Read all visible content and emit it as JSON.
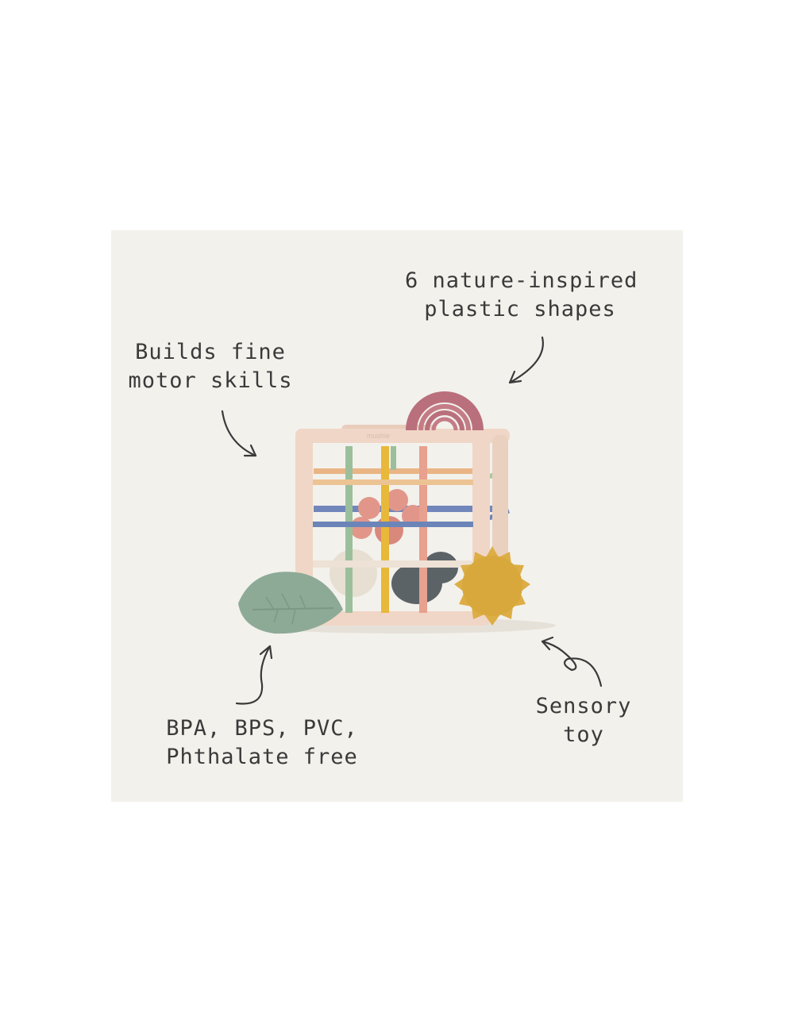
{
  "callouts": {
    "top_right": {
      "line1": "6 nature-inspired",
      "line2": "plastic shapes"
    },
    "top_left": {
      "line1": "Builds fine",
      "line2": "motor skills"
    },
    "bottom_left": {
      "line1": "BPA, BPS, PVC,",
      "line2": "Phthalate free"
    },
    "bottom_right": {
      "line1": "Sensory",
      "line2": "toy"
    }
  },
  "product": {
    "brand_mark": "mushie",
    "colors": {
      "frame": "#f0d6c6",
      "rainbow": "#b9707c",
      "leaf": "#8daa96",
      "sun": "#dcae45",
      "flower": "#e2968a",
      "cloud": "#5c6367",
      "band_yellow": "#e8b83a",
      "band_blue": "#6c85b8",
      "band_green": "#9cbf9b",
      "band_pink": "#e8a08f"
    }
  }
}
